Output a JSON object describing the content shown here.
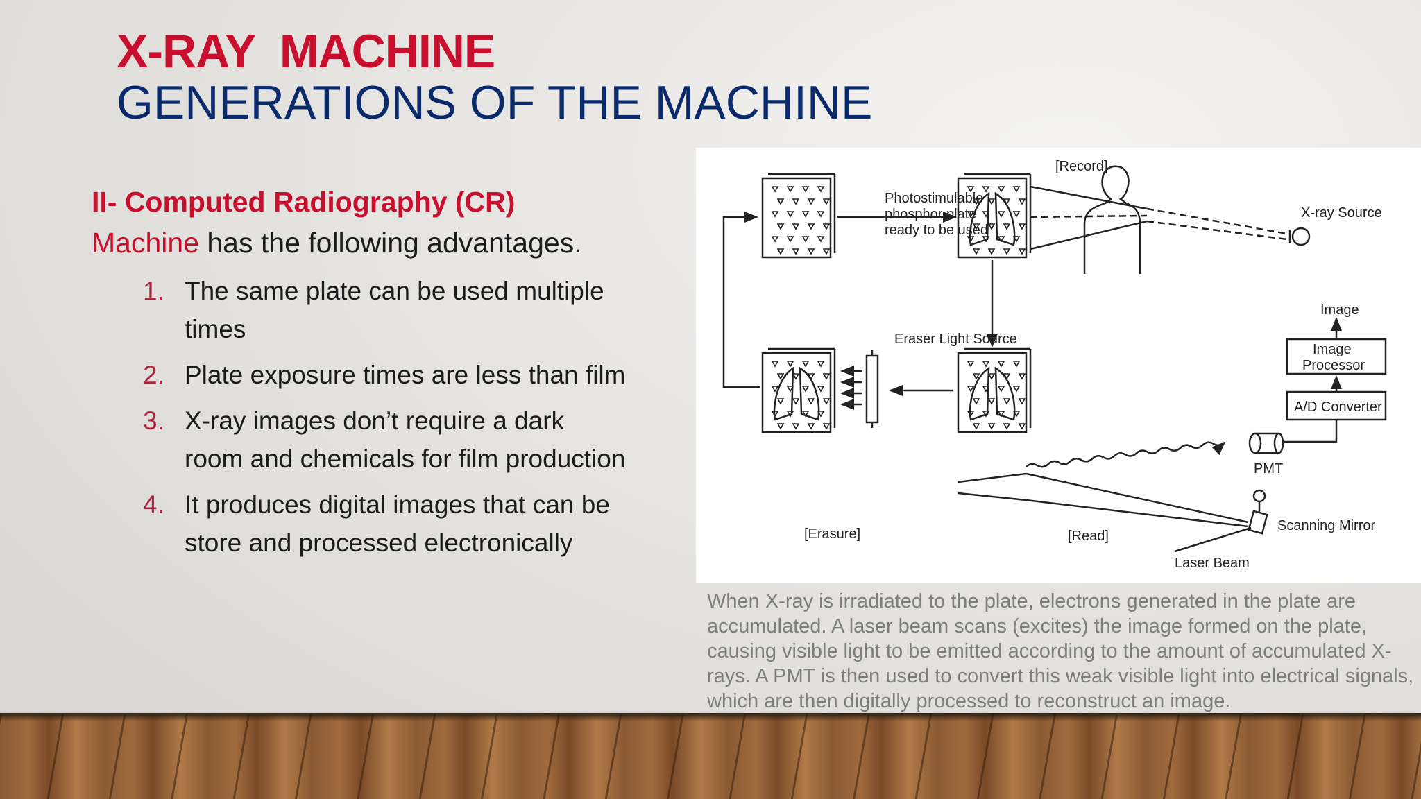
{
  "title": {
    "main": "X-RAY  MACHINE",
    "sub": "GENERATIONS OF THE MACHINE"
  },
  "content": {
    "heading": "II- Computed Radiography (CR)",
    "intro_red": "Machine",
    "intro_rest": " has the following advantages.",
    "advantages": [
      {
        "num": "1.",
        "text": "The same plate can be used multiple times"
      },
      {
        "num": "2.",
        "text": "Plate exposure times are less than film"
      },
      {
        "num": "3.",
        "text": "X-ray images don’t require a dark room and chemicals for film production"
      },
      {
        "num": "4.",
        "text": "It produces digital images that can be store and processed electronically"
      }
    ]
  },
  "diagram": {
    "labels": {
      "record": "[Record]",
      "plate_line1": "Photostimulable",
      "plate_line2": "phosphor plate",
      "plate_line3": "ready to be used",
      "xray_source": "X-ray Source",
      "image": "Image",
      "image_processor_1": "Image",
      "image_processor_2": "Processor",
      "ad_converter": "A/D Converter",
      "eraser": "Eraser Light Source",
      "pmt": "PMT",
      "erasure": "[Erasure]",
      "read": "[Read]",
      "scanning_mirror": "Scanning Mirror",
      "laser_beam": "Laser Beam"
    }
  },
  "caption": "When X-ray is irradiated to the plate, electrons generated in the plate are accumulated. A laser beam scans (excites) the image formed on the plate, causing visible light to be emitted according to the amount of accumulated X-rays. A PMT is then used to convert this weak visible light into electrical signals, which are then digitally processed to reconstruct an image."
}
